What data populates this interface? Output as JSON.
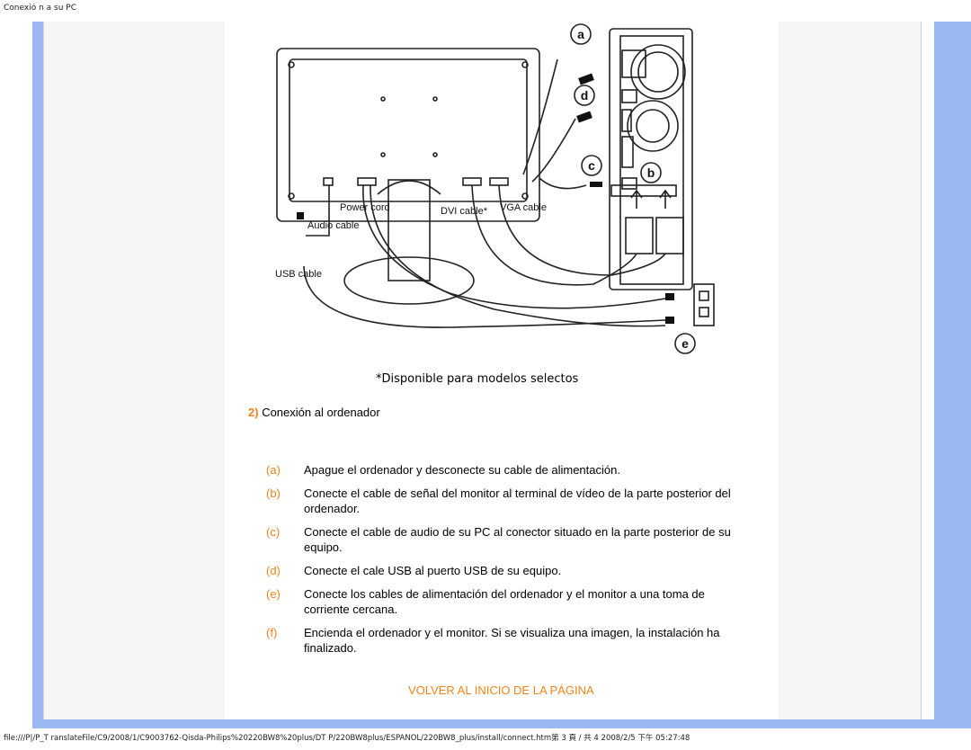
{
  "page": {
    "header_title": "Conexió n a su PC",
    "footer_path": "file:///P|/P_T ranslateFile/C9/2008/1/C9003762-Qisda-Philips%20220BW8%20plus/DT P/220BW8plus/ESPANOL/220BW8_plus/install/connect.htm第 3 頁 / 共 4 2008/2/5 下午 05:27:48"
  },
  "diagram": {
    "labels": {
      "power_cord": "Power cord",
      "dvi_cable": "DVI cable*",
      "vga_cable": "VGA cable",
      "audio_cable": "Audio cable",
      "usb_cable": "USB cable"
    },
    "callouts": [
      "a",
      "d",
      "c",
      "b",
      "e"
    ],
    "note": "*Disponible para modelos selectos"
  },
  "section": {
    "number": "2)",
    "title": "Conexión al ordenador"
  },
  "steps": [
    {
      "letter": "(a)",
      "text": "Apague el ordenador y desconecte su cable de alimentación."
    },
    {
      "letter": "(b)",
      "text": "Conecte el cable de señal del monitor al terminal de vídeo de la parte posterior del ordenador."
    },
    {
      "letter": "(c)",
      "text": "Conecte el cable de audio de su PC al conector situado en la parte posterior de su equipo."
    },
    {
      "letter": "(d)",
      "text": "Conecte el cale USB al puerto USB de su equipo."
    },
    {
      "letter": "(e)",
      "text": "Conecte los cables de alimentación del ordenador y el monitor a una toma de corriente cercana."
    },
    {
      "letter": "(f)",
      "text": "Encienda el ordenador y el monitor. Si se visualiza una imagen, la instalación ha finalizado."
    }
  ],
  "back_link": "VOLVER AL INICIO DE LA PÁGINA",
  "colors": {
    "accent": "#f08519",
    "frame": "#9bb7f2"
  }
}
